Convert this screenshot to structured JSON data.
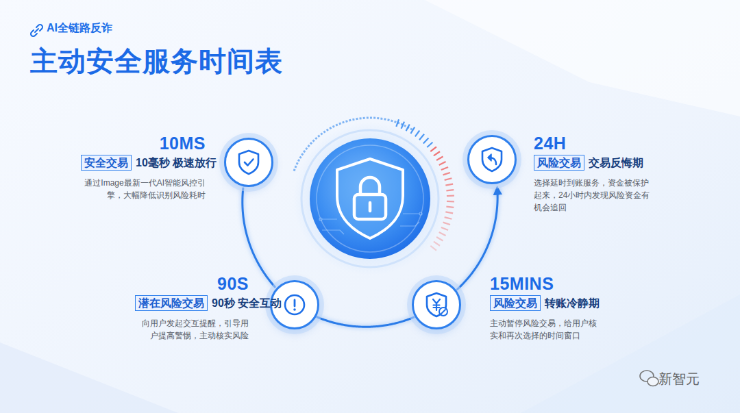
{
  "diagram": {
    "title": "主动安全服务时间表",
    "nodes": [
      {
        "text": [
          "10MS",
          "安全交易",
          "10毫秒 极速放行",
          "通过Image最新一代AI智能风控引擎，大幅降低识别风险耗时"
        ]
      },
      {
        "text": [
          "24H",
          "风险交易",
          "交易反悔期",
          "选择延时到账服务，资金被保护起来，24小时内发现风险资金有机会追回"
        ]
      },
      {
        "text": [
          "90S",
          "潜在风险交易",
          "90秒 安全互动",
          "向用户发起交互提醒，引导用户提高警惕，主动核实风险"
        ]
      },
      {
        "text": [
          "15MINS",
          "风险交易",
          "转账冷静期",
          "主动暂停风险交易，给用户核实和再次选择的时间窗口"
        ]
      }
    ],
    "edges": [
      {
        "from": 0,
        "to": 2,
        "arrow": "none"
      },
      {
        "from": 2,
        "to": 3,
        "arrow": "none"
      },
      {
        "from": 3,
        "to": 1,
        "arrow": "to"
      }
    ],
    "labels": [
      "AI全链路反诈",
      "新智元"
    ]
  }
}
